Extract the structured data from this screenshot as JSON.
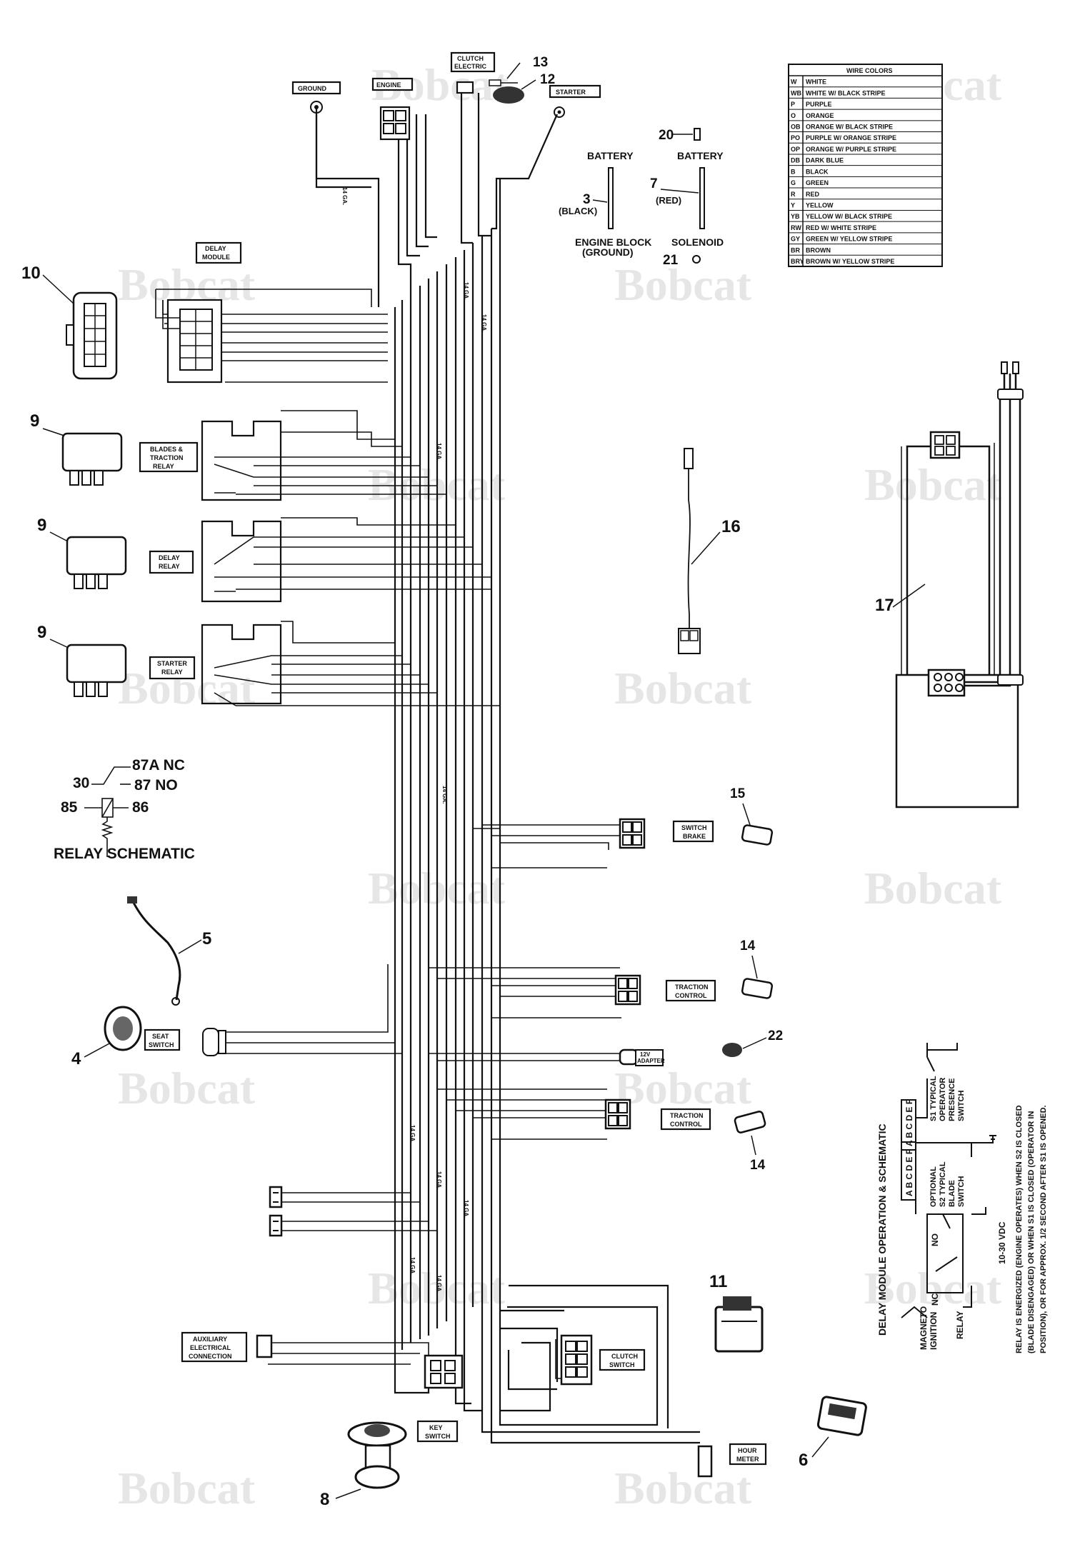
{
  "watermark": "Bobcat",
  "connectors": {
    "ground": "GROUND",
    "engine": "ENGINE",
    "clutch_electric": [
      "CLUTCH",
      "ELECTRIC"
    ],
    "starter": "STARTER",
    "delay_module": [
      "DELAY",
      "MODULE"
    ],
    "blades_traction_relay": [
      "BLADES &",
      "TRACTION",
      "RELAY"
    ],
    "delay_relay": [
      "DELAY",
      "RELAY"
    ],
    "starter_relay": [
      "STARTER",
      "RELAY"
    ],
    "seat_switch": [
      "SEAT",
      "SWITCH"
    ],
    "switch_brake": [
      "SWITCH",
      "BRAKE"
    ],
    "traction_control_1": [
      "TRACTION",
      "CONTROL"
    ],
    "traction_control_2": [
      "TRACTION",
      "CONTROL"
    ],
    "twelve_v_adapter": [
      "12V",
      "ADAPTER"
    ],
    "auxiliary": [
      "AUXILIARY",
      "ELECTRICAL",
      "CONNECTION"
    ],
    "clutch_switch": [
      "CLUTCH",
      "SWITCH"
    ],
    "key_switch": [
      "KEY",
      "SWITCH"
    ],
    "hour_meter": [
      "HOUR",
      "METER"
    ]
  },
  "battery": {
    "battery_left": "BATTERY",
    "battery_right": "BATTERY",
    "black_label": "(BLACK)",
    "red_label": "(RED)",
    "engine_block": "ENGINE BLOCK",
    "ground": "(GROUND)",
    "solenoid": "SOLENOID"
  },
  "part_numbers": {
    "p3": "3",
    "p4": "4",
    "p5": "5",
    "p6": "6",
    "p7": "7",
    "p8": "8",
    "p9a": "9",
    "p9b": "9",
    "p9c": "9",
    "p10": "10",
    "p11": "11",
    "p12": "12",
    "p13": "13",
    "p14a": "14",
    "p14b": "14",
    "p15": "15",
    "p16": "16",
    "p17": "17",
    "p20": "20",
    "p21": "21",
    "p22": "22"
  },
  "wire_colors": {
    "title": "WIRE COLORS",
    "rows": [
      {
        "code": "W",
        "name": "WHITE"
      },
      {
        "code": "WB",
        "name": "WHITE W/ BLACK STRIPE"
      },
      {
        "code": "P",
        "name": "PURPLE"
      },
      {
        "code": "O",
        "name": "ORANGE"
      },
      {
        "code": "OB",
        "name": "ORANGE W/ BLACK STRIPE"
      },
      {
        "code": "PO",
        "name": "PURPLE W/ ORANGE STRIPE"
      },
      {
        "code": "OP",
        "name": "ORANGE W/ PURPLE STRIPE"
      },
      {
        "code": "DB",
        "name": "DARK BLUE"
      },
      {
        "code": "B",
        "name": "BLACK"
      },
      {
        "code": "G",
        "name": "GREEN"
      },
      {
        "code": "R",
        "name": "RED"
      },
      {
        "code": "Y",
        "name": "YELLOW"
      },
      {
        "code": "YB",
        "name": "YELLOW W/ BLACK STRIPE"
      },
      {
        "code": "RW",
        "name": "RED W/ WHITE STRIPE"
      },
      {
        "code": "GY",
        "name": "GREEN W/ YELLOW STRIPE"
      },
      {
        "code": "BR",
        "name": "BROWN"
      },
      {
        "code": "BRY",
        "name": "BROWN W/ YELLOW STRIPE"
      }
    ]
  },
  "relay_schematic": {
    "title": "RELAY SCHEMATIC",
    "p87a": "87A  NC",
    "p87": "87  NO",
    "p30": "30",
    "p85": "85",
    "p86": "86"
  },
  "delay_module_op": {
    "title": "DELAY MODULE OPERATION & SCHEMATIC",
    "pins_top": "A B C D E F",
    "s1": [
      "S1 TYPICAL",
      "OPERATOR",
      "PRESENCE",
      "SWITCH"
    ],
    "s2": [
      "OPTIONAL",
      "S2 TYPICAL",
      "BLADE",
      "SWITCH"
    ],
    "supply": "10-30 VDC",
    "nc": "NC",
    "no": "NO",
    "magneto": [
      "MAGNETO",
      "IGNITION"
    ],
    "relay": "RELAY",
    "note": [
      "RELAY IS ENERGIZED (ENGINE OPERATES) WHEN S2 IS CLOSED",
      "(BLADE DISENGAGED) OR WHEN S1 IS CLOSED (OPERATOR IN",
      "POSITION), OR FOR APPROX. 1/2 SECOND AFTER S1 IS OPENED."
    ]
  },
  "gauge": {
    "g14_1": "14 GA.",
    "g14_2": "14 GA.",
    "g14_3": "14 GA.",
    "g14_4": "14 GA.",
    "g14_5": "14 GA.",
    "g14_6": "14 GA.",
    "g14_7": "14 GA.",
    "g14_8": "14 GA.",
    "g14_9": "14 GA.",
    "g14_10": "14 GA."
  }
}
